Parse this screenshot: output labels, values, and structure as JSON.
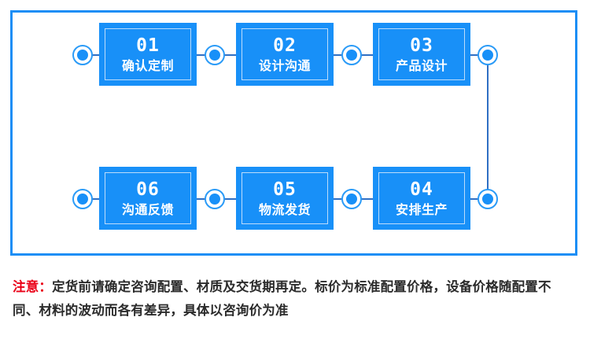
{
  "diagram": {
    "title": "order-process-flow",
    "colors": {
      "frame_border": "#1c8ef5",
      "box_fill": "#1890f8",
      "box_inner_border": "#bcdcfb",
      "node_ring": "#2b9bf7",
      "node_dot": "#1890f8",
      "connector": "#2f6fc4",
      "notice_keyword": "#ea0017",
      "notice_text": "#2b2b2b",
      "background": "#ffffff"
    },
    "steps": [
      {
        "num": "01",
        "label": "确认定制"
      },
      {
        "num": "02",
        "label": "设计沟通"
      },
      {
        "num": "03",
        "label": "产品设计"
      },
      {
        "num": "04",
        "label": "安排生产"
      },
      {
        "num": "05",
        "label": "物流发货"
      },
      {
        "num": "06",
        "label": "沟通反馈"
      }
    ]
  },
  "notice": {
    "keyword": "注意：",
    "text": "定货前请确定咨询配置、材质及交货期再定。标价为标准配置价格，设备价格随配置不同、材料的波动而各有差异，具体以咨询价为准"
  }
}
